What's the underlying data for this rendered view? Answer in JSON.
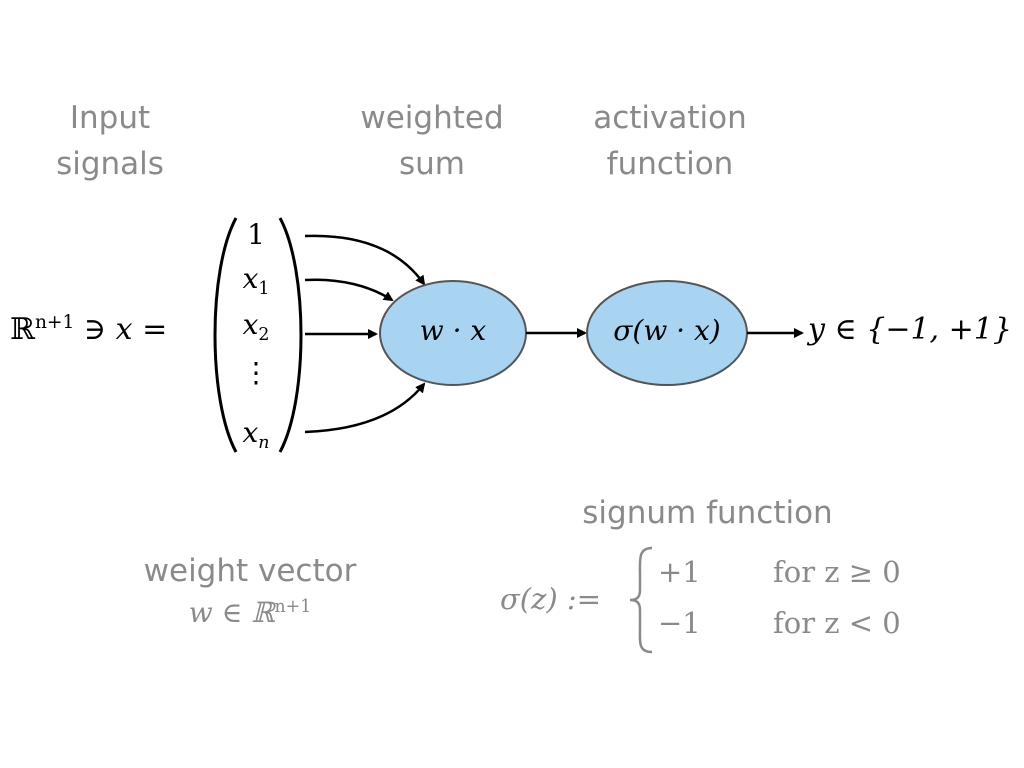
{
  "labels": {
    "input": [
      "Input",
      "signals"
    ],
    "weighted": [
      "weighted",
      "sum"
    ],
    "activation": [
      "activation",
      "function"
    ],
    "signum": "signum function",
    "weight_vector": "weight vector"
  },
  "math": {
    "domain_real": "ℝ",
    "domain_exp": "n+1",
    "domain_rest": " ∋ x =",
    "vector_items": [
      "1",
      "x",
      "x",
      "⋮",
      "x"
    ],
    "vector_subs": [
      "",
      "1",
      "2",
      "",
      "n"
    ],
    "node_sum": "w · x",
    "node_act": "σ(w · x)",
    "output": "y ∈ {−1, +1}",
    "weight_def_base": "w ∈ ℝ",
    "weight_def_exp": "n+1",
    "sigma_def": "σ(z) :=",
    "case1_val": "+1",
    "case1_cond": "for z ≥ 0",
    "case2_val": "−1",
    "case2_cond": "for z < 0"
  },
  "colors": {
    "node_fill": "#a8d4f2",
    "node_stroke": "#555555",
    "label_grey": "#8a8a8a"
  }
}
